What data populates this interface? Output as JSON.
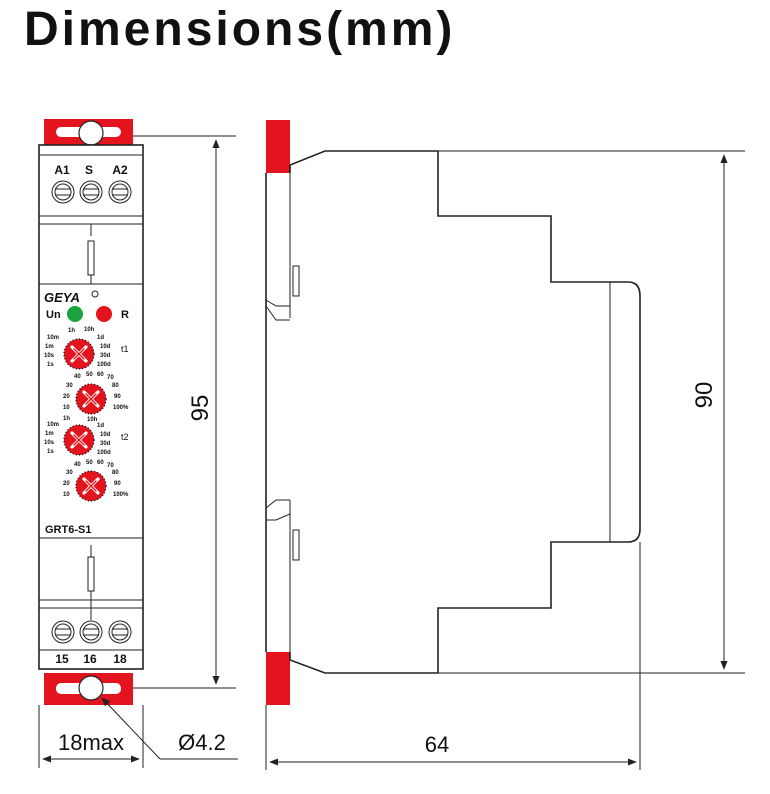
{
  "title": "Dimensions(mm)",
  "brand": "GEYA",
  "model": "GRT6-S1",
  "terminals_top": [
    "A1",
    "S",
    "A2"
  ],
  "terminals_bottom": [
    "15",
    "16",
    "18"
  ],
  "leds": [
    {
      "label": "Un",
      "color": "#1aa33c"
    },
    {
      "label": "R",
      "color": "#e3141e"
    }
  ],
  "timer_labels": [
    "t1",
    "t2"
  ],
  "range_scale": {
    "left": [
      "10m",
      "1m",
      "10s",
      "1s"
    ],
    "top": [
      "1h",
      "10h"
    ],
    "right": [
      "1d",
      "10d",
      "30d",
      "100d"
    ]
  },
  "percent_scale": {
    "top": [
      "40",
      "50",
      "60",
      "70"
    ],
    "left": [
      "30",
      "20",
      "10"
    ],
    "right": [
      "80",
      "90",
      "100%"
    ]
  },
  "dimensions": {
    "front_height": "95",
    "side_height": "90",
    "width": "18max",
    "depth": "64",
    "hole": "Ø4.2"
  },
  "accent_color": "#e3141e"
}
